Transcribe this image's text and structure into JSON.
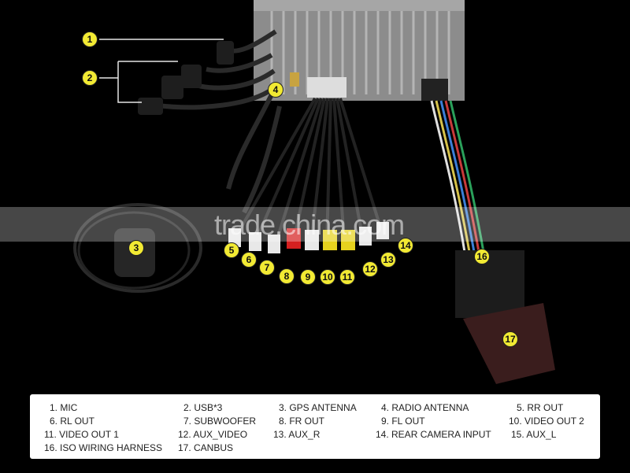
{
  "watermark": "trade.china.com",
  "markers": [
    "1",
    "2",
    "3",
    "4",
    "5",
    "6",
    "7",
    "8",
    "9",
    "10",
    "11",
    "12",
    "13",
    "14",
    "16",
    "17"
  ],
  "legend": [
    "1. MIC",
    "2. USB*3",
    "3. GPS ANTENNA",
    "4. RADIO ANTENNA",
    "5. RR OUT",
    "6. RL OUT",
    "7. SUBWOOFER",
    "8. FR OUT",
    "9. FL OUT",
    "10. VIDEO OUT 2",
    "11. VIDEO OUT 1",
    "12. AUX_VIDEO",
    "13. AUX_R",
    "14. REAR CAMERA INPUT",
    "15. AUX_L",
    "16. ISO WIRING HARNESS",
    "17. CANBUS"
  ]
}
